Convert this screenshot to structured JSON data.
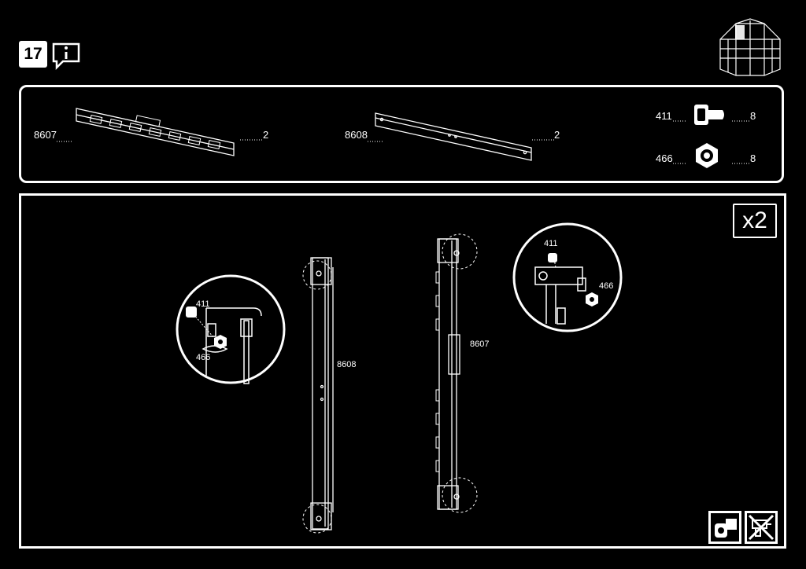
{
  "step": {
    "number": "17"
  },
  "header": {
    "info_icon": "info-speech-bubble-icon",
    "gazebo_icon": "gazebo-highlight-icon"
  },
  "parts": [
    {
      "code": "8607",
      "qty": "2",
      "icon": "rail-with-brackets"
    },
    {
      "code": "8608",
      "qty": "2",
      "icon": "plain-rail"
    },
    {
      "code": "411",
      "qty": "8",
      "icon": "bolt"
    },
    {
      "code": "466",
      "qty": "8",
      "icon": "nut"
    }
  ],
  "assembly": {
    "multiplier": "x2",
    "labels": {
      "left_detail_bolt": "411",
      "left_detail_nut": "466",
      "right_detail_bolt": "411",
      "right_detail_nut": "466",
      "rail_left": "8608",
      "rail_right": "8607"
    },
    "tool_icons": [
      "socket-wrench-icon",
      "no-power-drill-icon"
    ]
  }
}
